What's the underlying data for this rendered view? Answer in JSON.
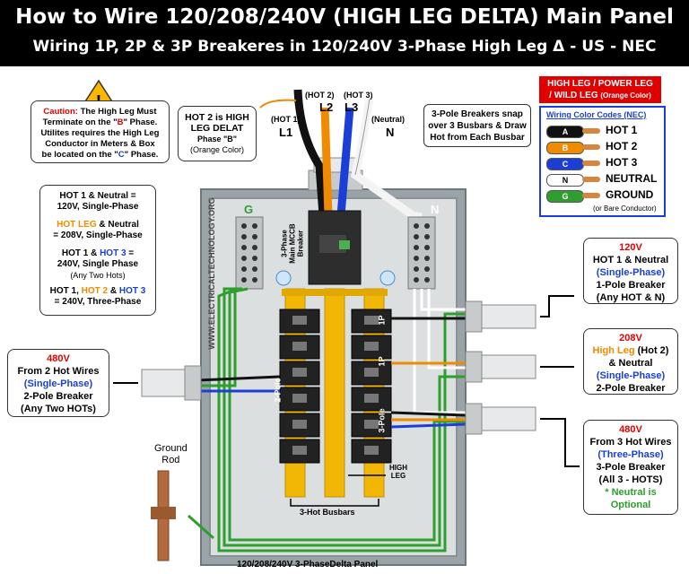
{
  "header": {
    "title": "How to Wire 120/208/240V (HIGH LEG DELTA) Main Panel",
    "subtitle": "Wiring 1P, 2P & 3P Breakeres in 120/240V 3-Phase High Leg Δ - US - NEC"
  },
  "caution": {
    "label": "Caution:",
    "line1": "The High Leg Must",
    "line2a": "Terminate on the \"",
    "phase_b": "B",
    "line2b": "\" Phase.",
    "line3": "Utilites requires the High Leg",
    "line4": "Conductor in Meters & Box",
    "line5a": "be located on the \"",
    "phase_c": "C",
    "line5b": "\" Phase."
  },
  "hot2_note": {
    "line1": "HOT 2 is HIGH",
    "line2": "LEG DELAT",
    "line3": "Phase \"B\"",
    "line4": "(Orange Color)"
  },
  "conductors": {
    "hot1_paren": "(HOT 1)",
    "l1": "L1",
    "hot2_paren": "(HOT 2)",
    "l2": "L2",
    "hot3_paren": "(HOT 3)",
    "l3": "L3",
    "neutral_paren": "(Neutral)",
    "n": "N"
  },
  "snap_note": {
    "line1": "3-Pole Breakers snap",
    "line2": "over 3 Busbars & Draw",
    "line3": "Hot from Each Busbar"
  },
  "high_leg_badge": {
    "line1": "HIGH LEG / POWER LEG",
    "line2": "/ WILD LEG",
    "line2b": "(Orange Color)"
  },
  "legend": {
    "title": "Wiring Color Codes (NEC)",
    "items": [
      {
        "letter": "A",
        "name": "HOT 1",
        "color": "#111111"
      },
      {
        "letter": "B",
        "name": "HOT 2",
        "color": "#f08a00"
      },
      {
        "letter": "C",
        "name": "HOT 3",
        "color": "#1b3fd6"
      },
      {
        "letter": "N",
        "name": "NEUTRAL",
        "color": "#ffffff"
      },
      {
        "letter": "G",
        "name": "GROUND",
        "color": "#2e9e2e"
      }
    ],
    "bare_note": "(or Bare Conductor)"
  },
  "voltages": {
    "v1a": "HOT 1 & Neutral =",
    "v1b": "120V, Single-Phase",
    "v2a_hot": "HOT LEG",
    "v2a_rest": " & Neutral",
    "v2b": "= 208V, Single-Phase",
    "v3a_pre": "HOT 1 & ",
    "v3a_hot": "HOT 3",
    "v3a_post": " =",
    "v3b": "240V, Single Phase",
    "v3c": "(Any Two Hots)",
    "v4_pre": "HOT 1, ",
    "v4_hot2": "HOT 2",
    "v4_mid": " & ",
    "v4_hot3": "HOT 3",
    "v4b": "= 240V, Three-Phase"
  },
  "box_120": {
    "v": "120V",
    "l1": "HOT 1 & Neutral",
    "l2": "(Single-Phase)",
    "l3": "1-Pole Breaker",
    "l4": "(Any HOT & N)"
  },
  "box_208": {
    "v": "208V",
    "l1a": "High Leg",
    "l1b": " (Hot 2)",
    "l2": "& Neutral",
    "l3": "(Single-Phase)",
    "l4": "2-Pole Breaker"
  },
  "box_480a": {
    "v": "480V",
    "l1": "From 2 Hot Wires",
    "l2": "(Single-Phase)",
    "l3": "2-Pole Breaker",
    "l4": "(Any Two HOTs)"
  },
  "box_480b": {
    "v": "480V",
    "l1": "From 3 Hot Wires",
    "l2": "(Three-Phase)",
    "l3": "3-Pole Breaker",
    "l4": "(All 3 - HOTS)",
    "l5": "* Neutral is",
    "l6": "Optional"
  },
  "panel": {
    "watermark": "WWW.ELECTRICALTECHNOLOGY.ORG",
    "g": "G",
    "n": "N",
    "mccb1": "3-Phase",
    "mccb2": "Main MCCB",
    "mccb3": "Breaker",
    "p1": "1P",
    "p1b": "1P",
    "p2": "2-Pole",
    "p3": "3-Pole",
    "high_leg1": "HIGH",
    "high_leg2": "LEG",
    "busbars": "3-Hot Busbars",
    "caption": "120/208/240V 3-PhaseDelta Panel"
  },
  "ground_rod": {
    "line1": "Ground",
    "line2": "Rod"
  }
}
